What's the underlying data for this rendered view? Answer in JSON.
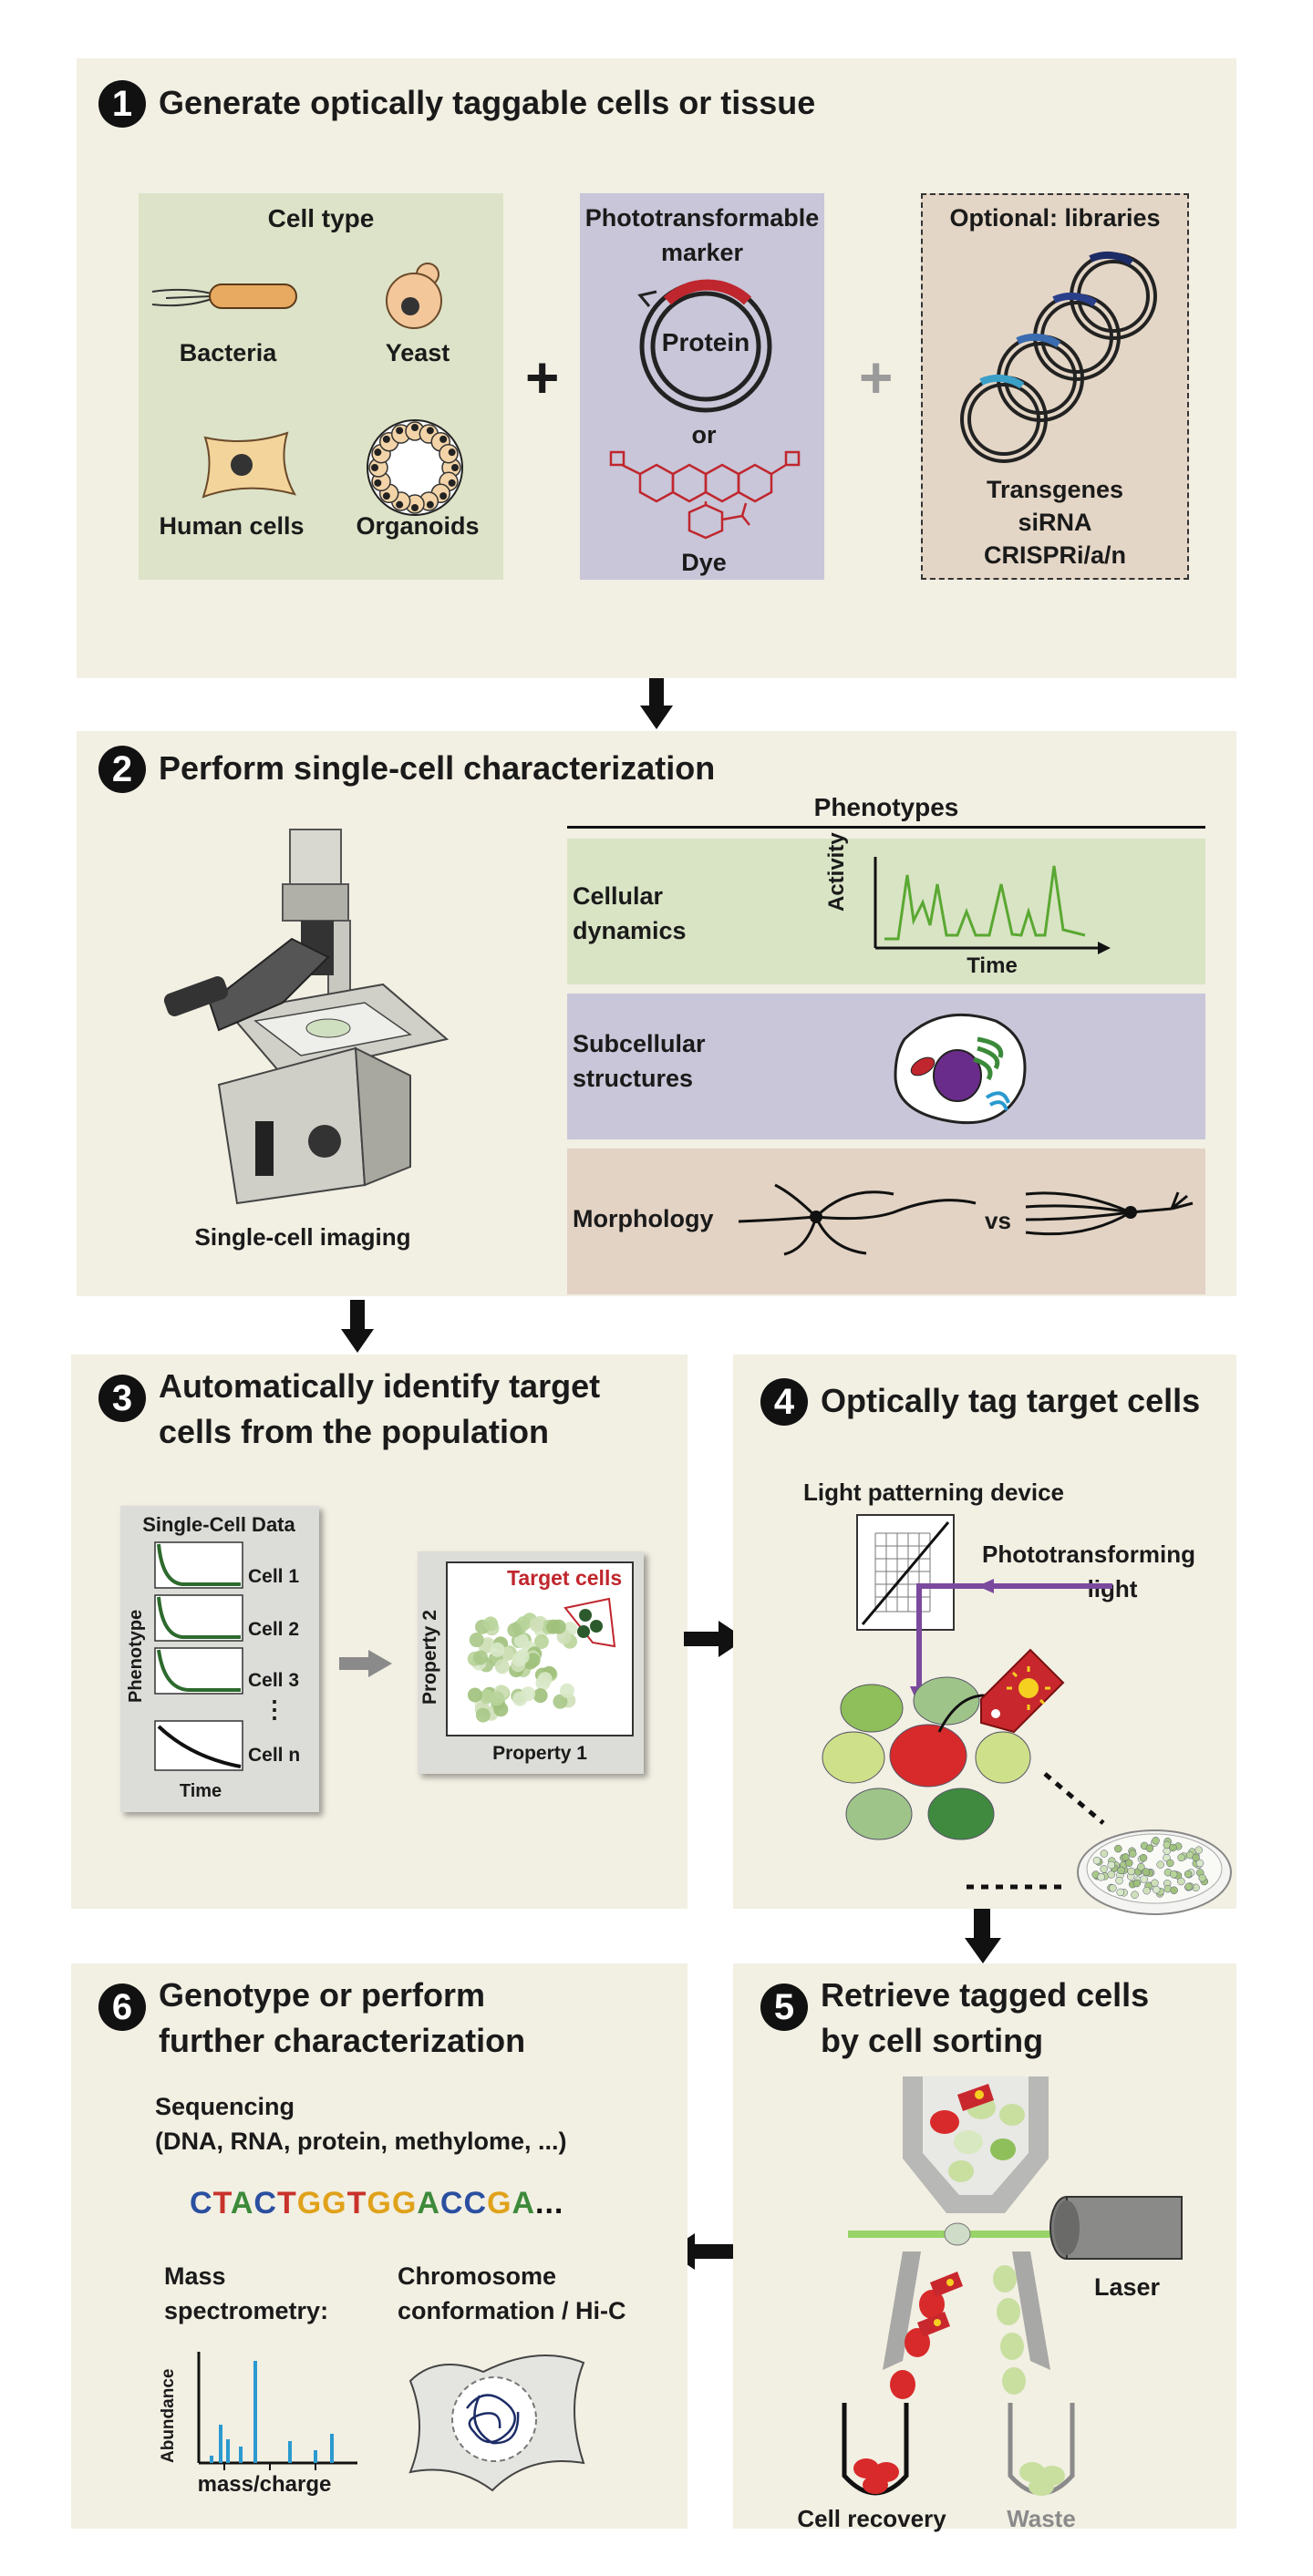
{
  "panel1": {
    "number": "1",
    "title": "Generate optically taggable cells or tissue",
    "celltype_title": "Cell type",
    "cells": [
      "Bacteria",
      "Yeast",
      "Human cells",
      "Organoids"
    ],
    "plus_main": "+",
    "marker_title_1": "Phototransformable",
    "marker_title_2": "marker",
    "protein": "Protein",
    "or": "or",
    "dye": "Dye",
    "plus_optional": "+",
    "libraries_title": "Optional: libraries",
    "libraries": [
      "Transgenes",
      "siRNA",
      "CRISPRi/a/n"
    ]
  },
  "panel2": {
    "number": "2",
    "title": "Perform single-cell characterization",
    "imaging_label": "Single-cell imaging",
    "phenotypes_title": "Phenotypes",
    "dynamics_1": "Cellular",
    "dynamics_2": "dynamics",
    "activity_axis": "Activity",
    "time_axis": "Time",
    "subcellular_1": "Subcellular",
    "subcellular_2": "structures",
    "morphology": "Morphology",
    "vs": "vs"
  },
  "panel3": {
    "number": "3",
    "title_1": "Automatically identify target",
    "title_2": "cells from the population",
    "sc_title": "Single-Cell Data",
    "phenotype_axis": "Phenotype",
    "time_axis": "Time",
    "cells": [
      "Cell 1",
      "Cell 2",
      "Cell 3",
      "Cell n"
    ],
    "dots": "⋮",
    "target_cells": "Target cells",
    "property1": "Property 1",
    "property2": "Property 2"
  },
  "panel4": {
    "number": "4",
    "title": "Optically tag target cells",
    "device": "Light patterning device",
    "light_1": "Phototransforming",
    "light_2": "light"
  },
  "panel5": {
    "number": "5",
    "title_1": "Retrieve tagged cells",
    "title_2": "by cell sorting",
    "laser": "Laser",
    "recovery": "Cell recovery",
    "waste": "Waste"
  },
  "panel6": {
    "number": "6",
    "title_1": "Genotype or perform",
    "title_2": "further characterization",
    "seq_1": "Sequencing",
    "seq_2": "(DNA, RNA, protein, methylome, ...)",
    "dna": [
      "C",
      "T",
      "A",
      "C",
      "T",
      "G",
      "G",
      "T",
      "G",
      "G",
      "A",
      "C",
      "C",
      "G",
      "A"
    ],
    "dna_tail": "...",
    "mass_1": "Mass",
    "mass_2": "spectrometry:",
    "abundance": "Abundance",
    "masscharge": "mass/charge",
    "chrom_1": "Chromosome",
    "chrom_2": "conformation / Hi-C"
  },
  "colors": {
    "panel_bg": "#f2efe3",
    "celltype_bg": "#dde3c8",
    "marker_bg": "#c8c6d8",
    "libraries_bg": "#e4d6c6",
    "dynamics_bg": "#d9e4c5",
    "subcellular_bg": "#c8c6d8",
    "morphology_bg": "#e2d3c4",
    "target_red": "#c0262d",
    "purple": "#7b4a9e",
    "green_line": "#5aa832"
  },
  "dna_colors": {
    "A": "#3c8a3a",
    "C": "#2a4fa0",
    "G": "#e0a21a",
    "T": "#c8322a"
  }
}
